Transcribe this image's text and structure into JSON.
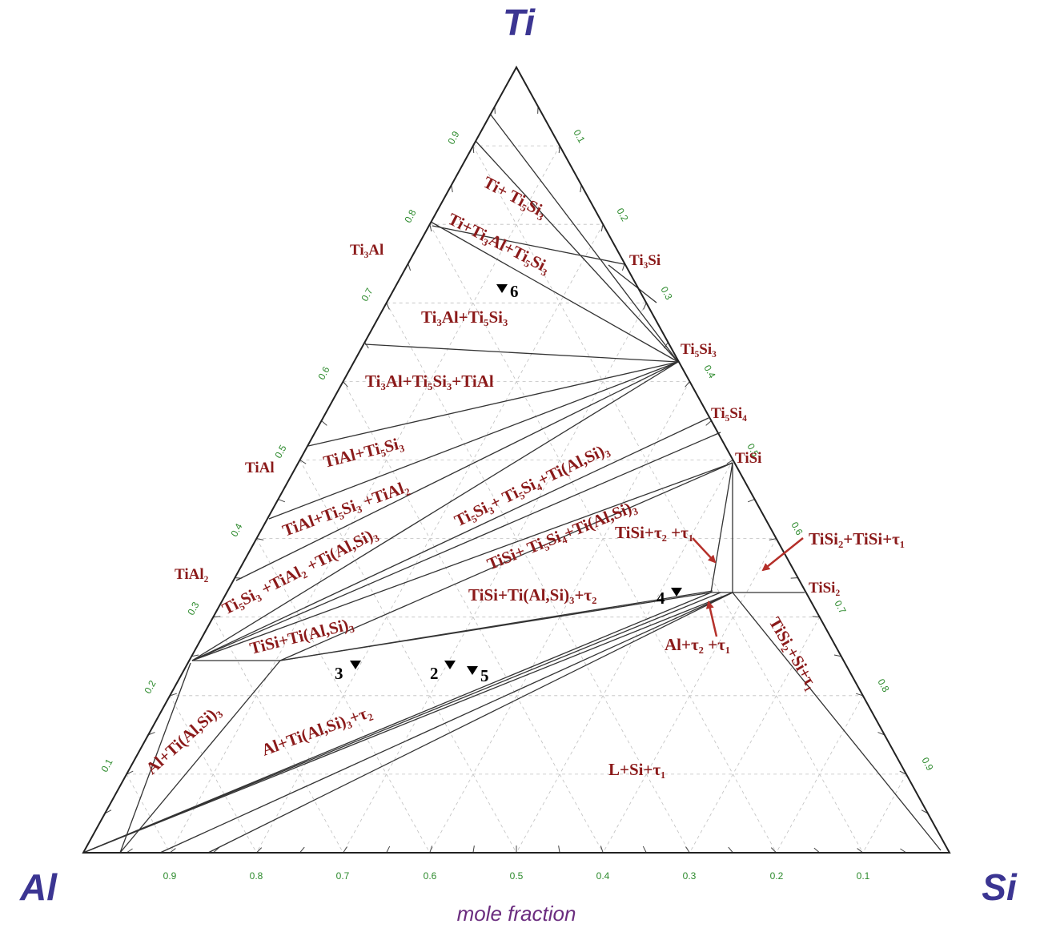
{
  "corners": {
    "top": "Ti",
    "left": "Al",
    "right": "Si"
  },
  "axis_title": "mole fraction",
  "ticks": {
    "bottom": [
      "0.9",
      "0.8",
      "0.7",
      "0.6",
      "0.5",
      "0.4",
      "0.3",
      "0.2",
      "0.1"
    ],
    "left": [
      "0.1",
      "0.2",
      "0.3",
      "0.4",
      "0.5",
      "0.6",
      "0.7",
      "0.8",
      "0.9"
    ],
    "right": [
      "0.1",
      "0.2",
      "0.3",
      "0.4",
      "0.5",
      "0.6",
      "0.7",
      "0.8",
      "0.9"
    ]
  },
  "phase_labels": {
    "ti3al": "Ti₃Al",
    "tial": "TiAl",
    "tial2": "TiAl₂",
    "ti3si": "Ti₃Si",
    "ti5si3": "Ti₅Si₃",
    "ti5si4": "Ti₅Si₄",
    "tisi": "TiSi",
    "tisi2": "TiSi₂"
  },
  "regions": {
    "r1": "Ti+ Ti₅Si₃",
    "r2": "Ti+Ti₃Al+Ti₅Si₃",
    "r3": "Ti₃Al+Ti₅Si₃",
    "r4": "Ti₃Al+Ti₅Si₃+TiAl",
    "r5": "TiAl+Ti₅Si₃",
    "r6": "TiAl+Ti₅Si₃ +TiAl₂",
    "r7": "Ti₅Si₃ +TiAl₂ +Ti(Al,Si)₃",
    "r8": "TiSi+Ti(Al,Si)₃",
    "r9": "Ti₅Si₃+ Ti₅Si₄+Ti(Al,Si)₃",
    "r10": "TiSi+ Ti₅Si₄+Ti(Al,Si)₃",
    "r11": "TiSi+Ti(Al,Si)₃+τ₂",
    "r12": "TiSi+τ₂ +τ₁",
    "r13": "TiSi₂+TiSi+τ₁",
    "r14": "Al+τ₂ +τ₁",
    "r15": "TiSi₂+Si+τ₁",
    "r16": "Al+Ti(Al,Si)₃",
    "r17": "Al+Ti(Al,Si)₃+τ₂",
    "r18": "L+Si+τ₁"
  },
  "points": {
    "p1": "6",
    "p2": "4",
    "p3": "3",
    "p4": "2",
    "p5": "5"
  },
  "colors": {
    "corner": "#3b3592",
    "region": "#8b1a1a",
    "tick": "#2e8b2e",
    "arrow": "#b5302a"
  }
}
